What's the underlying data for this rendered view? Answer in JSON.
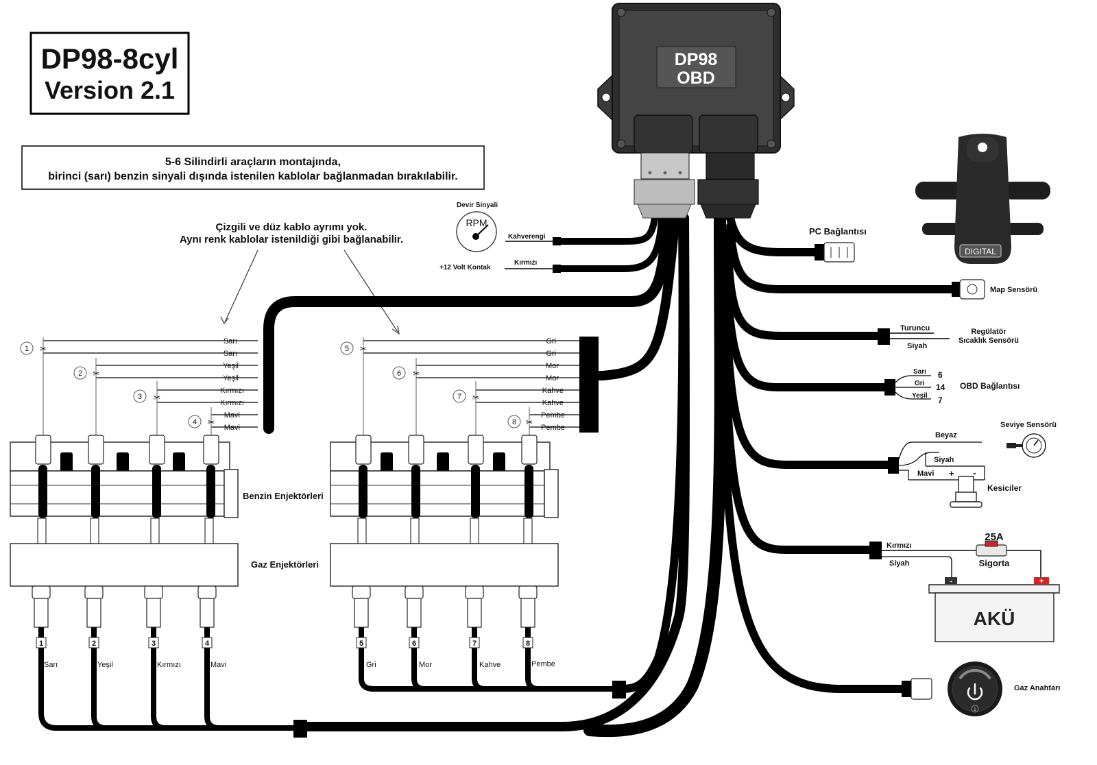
{
  "title": {
    "line1": "DP98-8cyl",
    "line2": "Version 2.1"
  },
  "notes": {
    "cylinder_note_line1": "5-6 Silindirli araçların montajında,",
    "cylinder_note_line2": "birinci (sarı) benzin sinyali dışında istenilen kablolar bağlanmadan bırakılabilir.",
    "cable_note_line1": "Çizgili ve düz kablo ayrımı yok.",
    "cable_note_line2": "Aynı renk kablolar istenildiği gibi bağlanabilir."
  },
  "ecu": {
    "label_line1": "DP98",
    "label_line2": "OBD"
  },
  "rpm": {
    "title": "Devir Sinyali",
    "gauge_label": "RPM",
    "wire_label": "Kahverengi"
  },
  "ignition": {
    "label": "+12 Volt Kontak",
    "wire_label": "Kırmızı"
  },
  "petrol_left_wires": [
    "Sarı",
    "Sarı",
    "Yeşil",
    "Yeşil",
    "Kırmızı",
    "Kırmızı",
    "Mavi",
    "Mavi"
  ],
  "petrol_right_wires": [
    "Gri",
    "Gri",
    "Mor",
    "Mor",
    "Kahve",
    "Kahve",
    "Pembe",
    "Pembe"
  ],
  "cylinder_numbers_left": [
    "1",
    "2",
    "3",
    "4"
  ],
  "cylinder_numbers_right": [
    "5",
    "6",
    "7",
    "8"
  ],
  "benzin_label": "Benzin Enjektörleri",
  "gaz_label": "Gaz Enjektörleri",
  "gas_wires_left": [
    "Sarı",
    "Yeşil",
    "Kırmızı",
    "Mavi"
  ],
  "gas_wires_right": [
    "Gri",
    "Mor",
    "Kahve",
    "Pembe"
  ],
  "pc": {
    "label": "PC Bağlantısı"
  },
  "map": {
    "label": "Map Sensörü",
    "badge": "DIGITAL"
  },
  "regulator": {
    "label_line1": "Regülatör",
    "label_line2": "Sıcaklık Sensörü",
    "wire1": "Turuncu",
    "wire2": "Siyah"
  },
  "obd": {
    "label": "OBD Bağlantısı",
    "wires": [
      {
        "color": "Sarı",
        "pin": "6"
      },
      {
        "color": "Gri",
        "pin": "14"
      },
      {
        "color": "Yeşil",
        "pin": "7"
      }
    ]
  },
  "level": {
    "label": "Seviye Sensörü",
    "wire_white": "Beyaz",
    "wire_black": "Siyah",
    "wire_blue": "Mavi",
    "plus": "+",
    "minus": "-",
    "cutters_label": "Kesiciler"
  },
  "battery": {
    "wire_red": "Kırmızı",
    "wire_black": "Siyah",
    "fuse_rating": "25A",
    "fuse_label": "Sigorta",
    "label": "AKÜ",
    "plus": "+",
    "minus": "-"
  },
  "switch": {
    "label": "Gaz Anahtarı",
    "led_number": "1"
  },
  "colors": {
    "harness": "#000000",
    "ecu_body": "#3d3d3d",
    "ecu_frame": "#2a2a2a",
    "connector_grey": "#bdbdbd",
    "fuse_red": "#d92020",
    "battery_red": "#e02020"
  }
}
